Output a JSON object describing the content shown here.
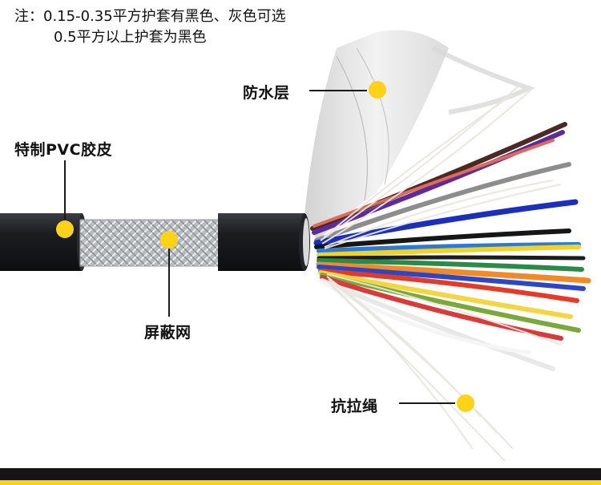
{
  "note": {
    "line1": "注：0.15-0.35平方护套有黑色、灰色可选",
    "line2": "0.5平方以上护套为黑色"
  },
  "labels": {
    "waterproof": "防水层",
    "pvc_jacket": "特制PVC胶皮",
    "shield": "屏蔽网",
    "rope": "抗拉绳"
  },
  "colors": {
    "accent": "#ffd21a",
    "jacket": "#1e2024",
    "background": "#ffffff"
  }
}
